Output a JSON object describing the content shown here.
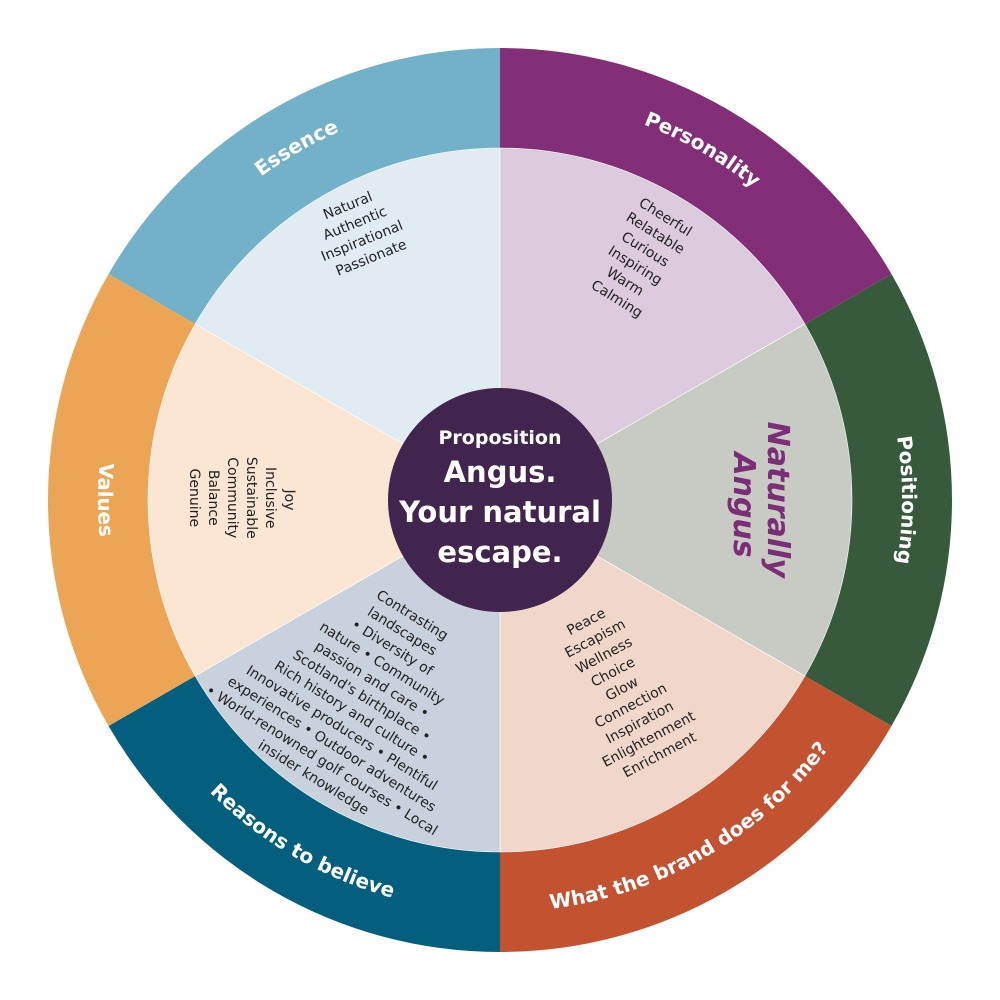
{
  "segments": [
    {
      "key": "essence",
      "title": "Essence",
      "outer_color": "#72b1c8",
      "inner_color": "#e1ebf2",
      "items": [
        "Natural",
        "Authentic",
        "Inspirational",
        "Passionate"
      ]
    },
    {
      "key": "personality",
      "title": "Personality",
      "outer_color": "#822f77",
      "inner_color": "#dccadd",
      "items": [
        "Cheerful",
        "Relatable",
        "Curious",
        "Inspiring",
        "Warm",
        "Calming"
      ]
    },
    {
      "key": "positioning",
      "title": "Positioning",
      "outer_color": "#375a3c",
      "inner_color": "#c8cbc3",
      "tagline": [
        "Naturally",
        "Angus"
      ]
    },
    {
      "key": "brand-does",
      "title": "What the brand does for me?",
      "outer_color": "#c35230",
      "inner_color": "#f1d7c9",
      "items": [
        "Peace",
        "Escapism",
        "Wellness",
        "Choice",
        "Glow",
        "Connection",
        "Inspiration",
        "Enlightenment",
        "Enrichment"
      ]
    },
    {
      "key": "reasons",
      "title": "Reasons to believe",
      "outer_color": "#035f7d",
      "inner_color": "#c9d1dc",
      "items": [
        "Contrasting",
        "landscapes",
        "• Diversity of",
        "nature • Community",
        "passion and care •",
        "Scotland's birthplace •",
        "Rich history and culture •",
        "Innovative producers • Plentiful",
        "experiences • Outdoor adventures",
        "• World-renowned golf courses • Local",
        "insider knowledge"
      ]
    },
    {
      "key": "values",
      "title": "Values",
      "outer_color": "#eba554",
      "inner_color": "#fbe6d4",
      "items": [
        "Genuine",
        "Balance",
        "Community",
        "Sustainable",
        "Inclusive",
        "Joy"
      ]
    }
  ],
  "center": {
    "label": "Proposition",
    "lines": [
      "Angus.",
      "Your natural",
      "escape."
    ],
    "color": "#41254f"
  }
}
